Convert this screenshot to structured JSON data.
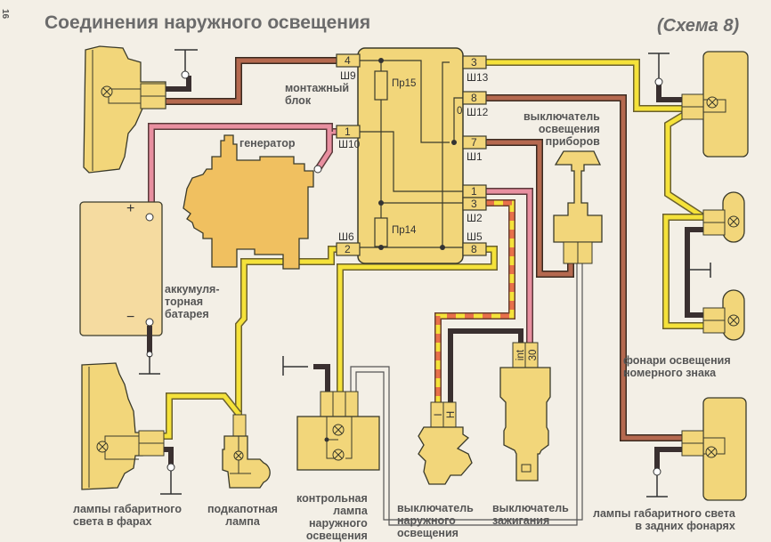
{
  "page_number": "16",
  "title": "Соединения наружного освещения",
  "scheme_label": "(Схема 8)",
  "colors": {
    "background": "#f3efe6",
    "component_fill": "#f2d67a",
    "component_stroke": "#3a3a2a",
    "wire_brown": "#b5694f",
    "wire_pink": "#e88fa0",
    "wire_yellow": "#f5e23a",
    "wire_black": "#3a3030",
    "wire_red": "#e8704a",
    "generator_fill": "#f0c060",
    "battery_fill": "#f5dba0"
  },
  "mounting_block": {
    "label": "монтажный\nблок",
    "fuses": [
      "Пр15",
      "Пр14"
    ],
    "connectors": [
      {
        "pin": "4",
        "socket": "Ш9"
      },
      {
        "pin": "1",
        "socket": "Ш10"
      },
      {
        "pin": "2",
        "socket": "Ш6"
      },
      {
        "pin": "3",
        "socket": "Ш13"
      },
      {
        "pin": "8",
        "socket": "Ш12"
      },
      {
        "pin": "7",
        "socket": "Ш1"
      },
      {
        "pin": "1",
        "socket": ""
      },
      {
        "pin": "3",
        "socket": "Ш2"
      },
      {
        "pin": "8",
        "socket": "Ш5"
      }
    ],
    "internal_label": "0"
  },
  "components": {
    "generator": "генератор",
    "battery": "аккумуля-\nторная\nбатарея",
    "battery_plus": "+",
    "battery_minus": "−",
    "instrument_light_switch": "выключатель\nосвещения\nприборов",
    "rear_plate_lights": "фонари освещения\nномерного знака",
    "headlight_side_lamps": "лампы габаритного\nсвета в фарах",
    "hood_lamp": "подкапотная\nлампа",
    "indicator_lamp": "контрольная\nлампа\nнаружного\nосвещения",
    "exterior_light_switch": "выключатель\nнаружного\nосвещения",
    "ignition_switch": "выключатель\nзажигания",
    "rear_side_lamps": "лампы габаритного света\nв задних фонарях"
  },
  "ignition_terminals": [
    "int",
    "30"
  ],
  "switch_terminals": [
    "I",
    "H"
  ]
}
